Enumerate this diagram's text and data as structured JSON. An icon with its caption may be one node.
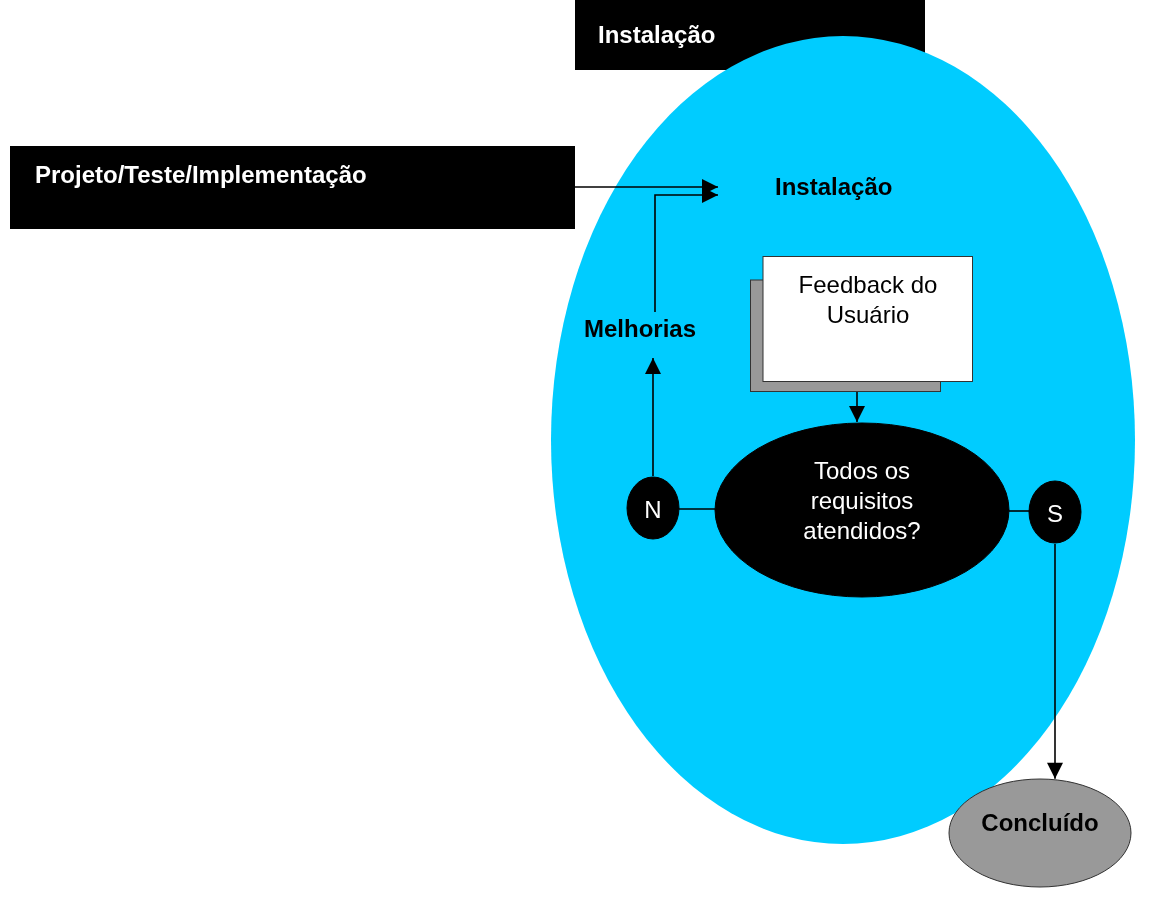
{
  "diagram": {
    "nodes": [
      {
        "text": [
          "Instalação"
        ]
      },
      {
        "text": [],
        "shape": "ellipse"
      },
      {
        "text": [
          "Projeto/Teste/Implementação"
        ]
      },
      {
        "text": [
          "Instalação"
        ],
        "in": 1
      },
      {
        "text": [
          "Melhorias"
        ],
        "in": 1
      },
      {
        "text": [
          "Feedback do Usuário"
        ],
        "in": 1
      },
      {
        "text": [
          "Todos os requisitos atendidos?"
        ],
        "in": 1
      },
      {
        "text": [
          "N"
        ],
        "in": 1
      },
      {
        "text": [
          "S"
        ],
        "in": 1
      },
      {
        "text": [
          "Concluído"
        ]
      }
    ],
    "edges": [
      {
        "from": 2,
        "to": 3,
        "arrow": "to"
      },
      {
        "from": 4,
        "to": 3,
        "arrow": "to"
      },
      {
        "from": 5,
        "to": 6,
        "arrow": "to"
      },
      {
        "from": 6,
        "to": 7,
        "arrow": "none"
      },
      {
        "from": 7,
        "to": 4,
        "arrow": "to"
      },
      {
        "from": 6,
        "to": 8,
        "arrow": "none"
      },
      {
        "from": 8,
        "to": 9,
        "arrow": "to"
      }
    ]
  }
}
